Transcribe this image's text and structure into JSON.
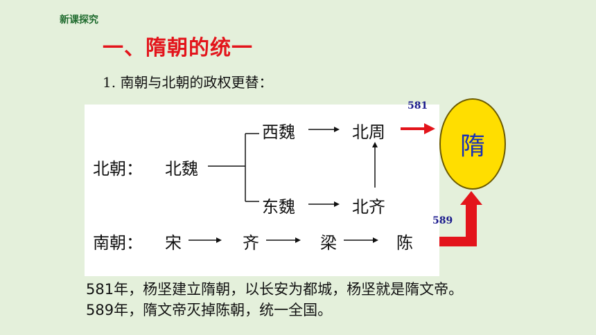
{
  "header": {
    "section": "新课探究",
    "title": "一、隋朝的统一",
    "subtitle": "1. 南朝与北朝的政权更替："
  },
  "diagram": {
    "north_label": "北朝：",
    "north_wei": "北魏",
    "west_wei": "西魏",
    "east_wei": "东魏",
    "north_zhou": "北周",
    "north_qi": "北齐",
    "south_label": "南朝：",
    "song": "宋",
    "qi": "齐",
    "liang": "梁",
    "chen": "陈",
    "year_581": "581",
    "year_589": "589",
    "sui": "隋"
  },
  "colors": {
    "title_red": "#e3141b",
    "arrow_red": "#e3141b",
    "sui_yellow": "#ffde00",
    "year_blue": "#1a1a8c",
    "background": "#e4f0db"
  },
  "text": {
    "line1": "581年，杨坚建立隋朝，以长安为都城，杨坚就是隋文帝。",
    "line2": "589年，隋文帝灭掉陈朝，统一全国。"
  }
}
